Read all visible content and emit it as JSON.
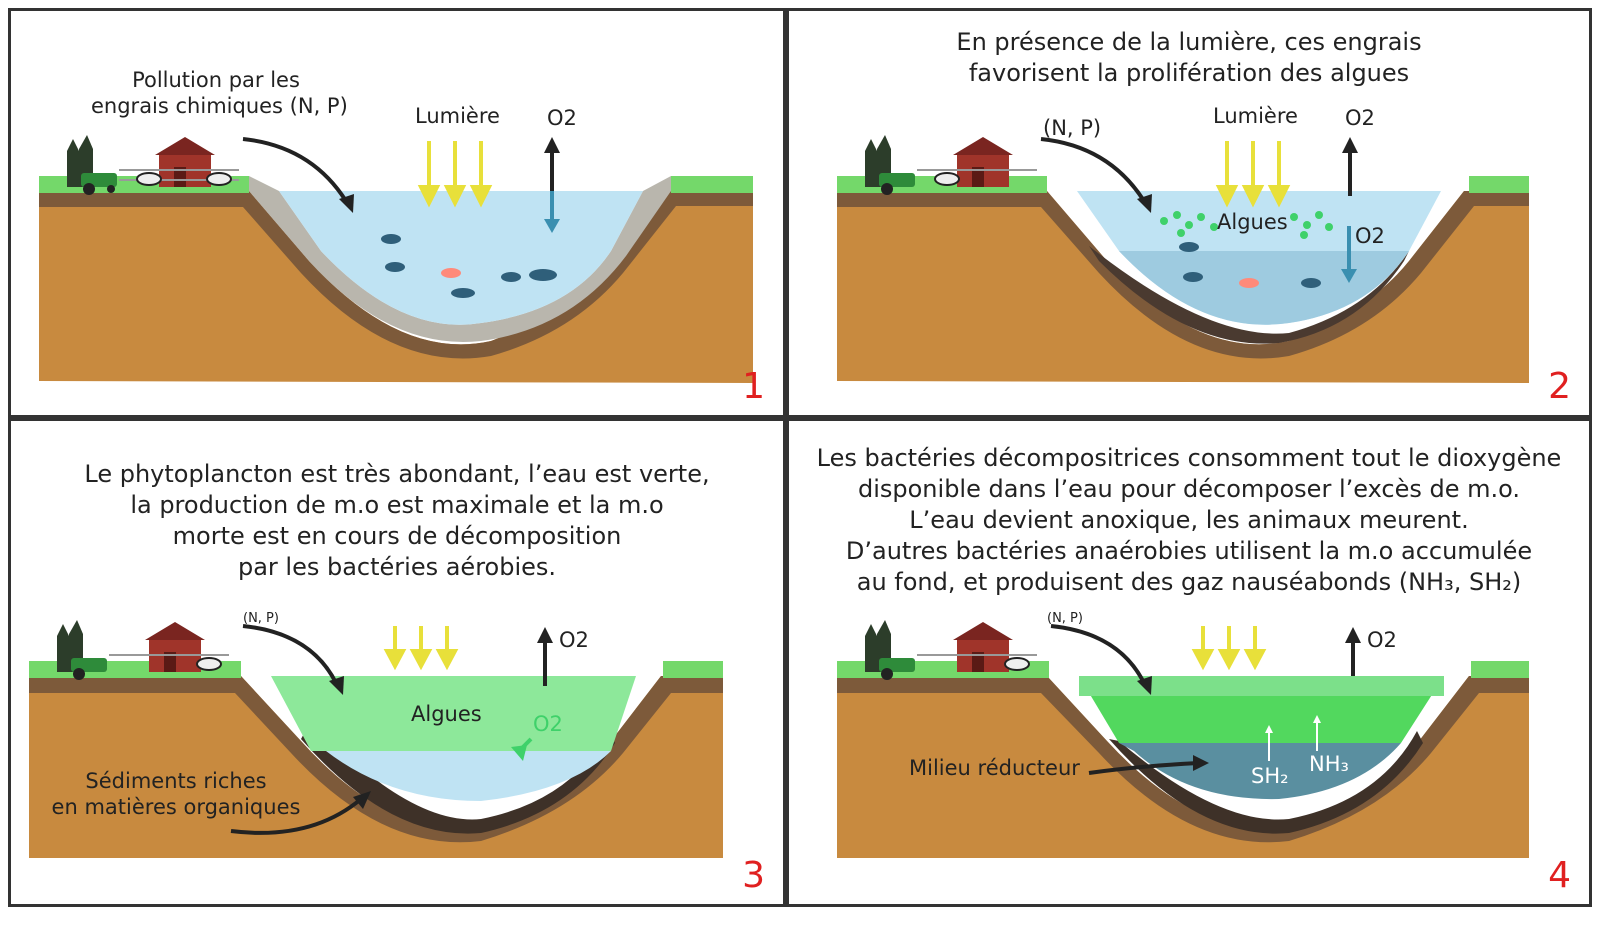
{
  "panels": [
    {
      "number": "1",
      "caption": [],
      "pollution_line1": "Pollution par les",
      "pollution_line2": "engrais chimiques (N, P)",
      "light": "Lumière",
      "o2": "O2"
    },
    {
      "number": "2",
      "caption": [
        "En présence de la lumière, ces engrais",
        "favorisent la prolifération des algues"
      ],
      "pollution": "(N, P)",
      "light": "Lumière",
      "o2_up": "O2",
      "o2_down": "O2",
      "algae": "Algues"
    },
    {
      "number": "3",
      "caption": [
        "Le phytoplancton est très abondant, l’eau est verte,",
        "la production de m.o est maximale et la m.o",
        "morte est en cours de décomposition",
        "par les bactéries aérobies."
      ],
      "pollution": "(N, P)",
      "o2_up": "O2",
      "o2_down": "O2",
      "algae": "Algues",
      "sediment_line1": "Sédiments riches",
      "sediment_line2": "en matières organiques"
    },
    {
      "number": "4",
      "caption": [
        "Les bactéries décompositrices consomment tout le dioxygène",
        "disponible dans l’eau pour décomposer l’excès de m.o.",
        "L’eau devient anoxique, les animaux meurent.",
        "D’autres bactéries anaérobies utilisent la m.o accumulée",
        "au fond, et produisent des gaz nauséabonds (NH₃, SH₂)"
      ],
      "pollution": "(N, P)",
      "o2_up": "O2",
      "reducing_zone": "Milieu réducteur",
      "gas1": "SH₂",
      "gas2": "NH₃"
    }
  ],
  "colors": {
    "soil": "#c88a3f",
    "soil_dark": "#7d5a3a",
    "grass": "#74d86a",
    "water_clear": "#bfe3f3",
    "water_green": "#52d85e",
    "water_anoxic": "#5a8fa0",
    "light_arrows": "#e8e03a",
    "number_red": "#e02020"
  }
}
